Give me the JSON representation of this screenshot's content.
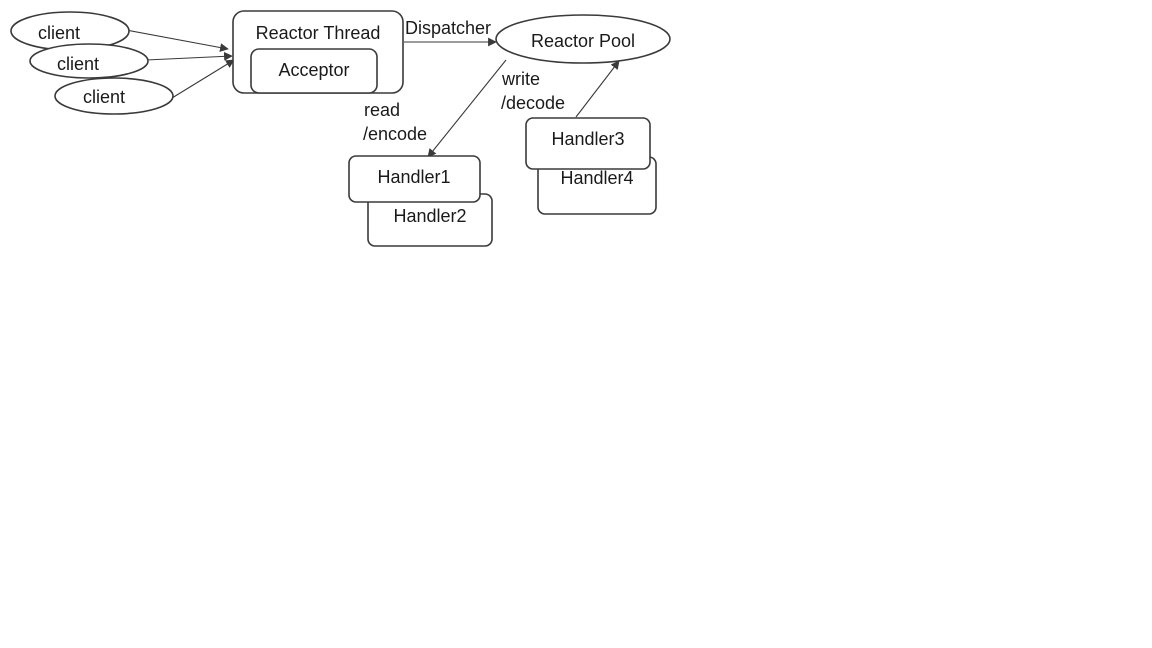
{
  "diagram": {
    "clients": [
      "client",
      "client",
      "client"
    ],
    "reactor_thread": {
      "label": "Reactor Thread",
      "acceptor": "Acceptor"
    },
    "reactor_pool": "Reactor Pool",
    "edges": {
      "dispatcher": "Dispatcher",
      "read_encode": [
        "read",
        "/encode"
      ],
      "write_decode": [
        "write",
        "/decode"
      ]
    },
    "handlers": [
      "Handler1",
      "Handler2",
      "Handler3",
      "Handler4"
    ]
  }
}
